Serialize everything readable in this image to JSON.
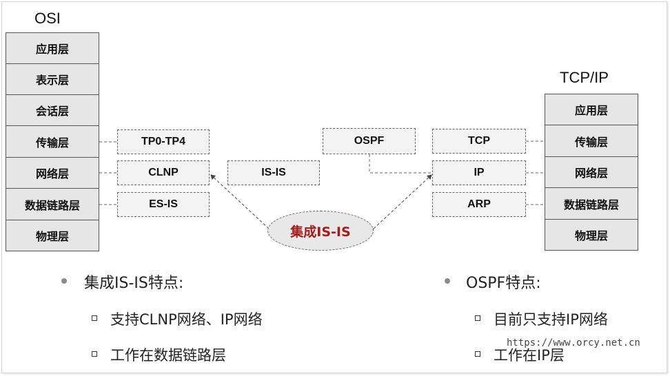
{
  "osi": {
    "title": "OSI",
    "layers": [
      "应用层",
      "表示层",
      "会话层",
      "传输层",
      "网络层",
      "数据链路层",
      "物理层"
    ]
  },
  "tcpip": {
    "title": "TCP/IP",
    "layers": [
      "应用层",
      "传输层",
      "网络层",
      "数据链路层",
      "物理层"
    ]
  },
  "left_protocols": [
    "TP0-TP4",
    "CLNP",
    "ES-IS"
  ],
  "isis": "IS-IS",
  "ospf": "OSPF",
  "right_protocols": [
    "TCP",
    "IP",
    "ARP"
  ],
  "integrated_isis": "集成IS-IS",
  "bullets": {
    "left": {
      "title": "集成IS-IS特点:",
      "items": [
        "支持CLNP网络、IP网络",
        "工作在数据链路层"
      ]
    },
    "right": {
      "title": "OSPF特点:",
      "items": [
        "目前只支持IP网络",
        "工作在IP层"
      ]
    }
  },
  "watermark": "https://www.orcy.net.cn",
  "colors": {
    "layer_fill": "#e6e6e6",
    "highlight_text": "#a51c1c"
  }
}
